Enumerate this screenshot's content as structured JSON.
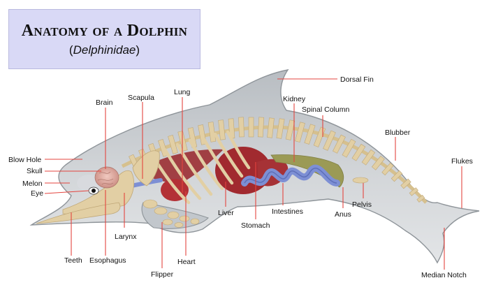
{
  "title": {
    "main": "Anatomy of a Dolphin",
    "paren_open": "(",
    "latin": "Delphinidae",
    "paren_close": ")"
  },
  "labels": {
    "dorsal_fin": "Dorsal Fin",
    "kidney": "Kidney",
    "spinal_column": "Spinal Column",
    "blubber": "Blubber",
    "flukes": "Flukes",
    "lung": "Lung",
    "scapula": "Scapula",
    "brain": "Brain",
    "blow_hole": "Blow Hole",
    "skull": "Skull",
    "melon": "Melon",
    "eye": "Eye",
    "teeth": "Teeth",
    "esophagus": "Esophagus",
    "larynx": "Larynx",
    "flipper": "Flipper",
    "heart": "Heart",
    "liver": "Liver",
    "stomach": "Stomach",
    "intestines": "Intestines",
    "anus": "Anus",
    "pelvis": "Pelvis",
    "median_notch": "Median Notch"
  },
  "colors": {
    "title_bg": "#d9d9f6",
    "body": "#c9cdd1",
    "bone": "#e2cfa4",
    "organ_red": "#a52a2a",
    "intestine_blue": "#7d8fd4",
    "kidney_olive": "#9b9a55",
    "leader": "#e4453f"
  }
}
